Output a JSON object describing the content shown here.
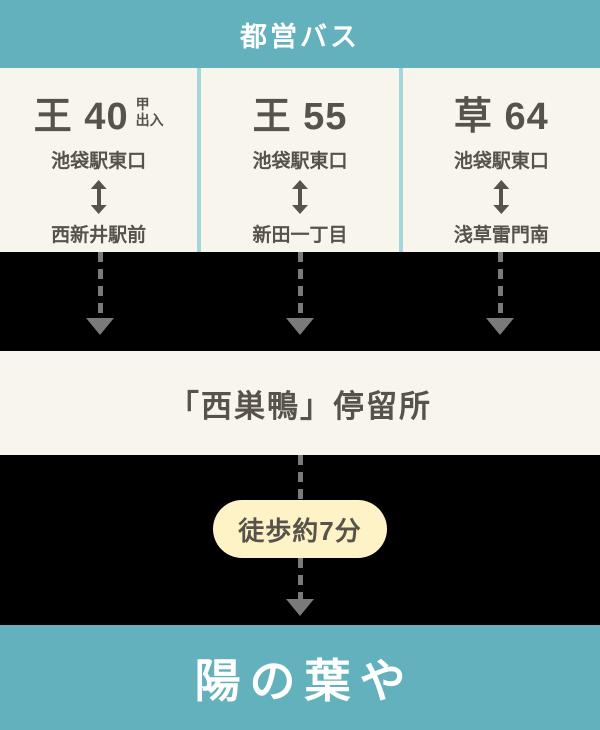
{
  "colors": {
    "teal": "#62b1bc",
    "cream": "#f8f6ec",
    "dark": "#57524b",
    "divider": "#a5d6da",
    "arrow": "#7a7a7a",
    "black": "#000000",
    "white": "#ffffff",
    "pill_bg": "#fdf3c6"
  },
  "header": {
    "title": "都営バス"
  },
  "routes": [
    {
      "line": "王 40",
      "badge_top": "甲",
      "badge_bottom": "出入",
      "from": "池袋駅東口",
      "to": "西新井駅前"
    },
    {
      "line": "王 55",
      "from": "池袋駅東口",
      "to": "新田一丁目"
    },
    {
      "line": "草 64",
      "from": "池袋駅東口",
      "to": "浅草雷門南"
    }
  ],
  "stop": {
    "label": "「西巣鴨」停留所"
  },
  "walk": {
    "label": "徒歩約7分"
  },
  "destination": {
    "name": "陽の葉や"
  }
}
